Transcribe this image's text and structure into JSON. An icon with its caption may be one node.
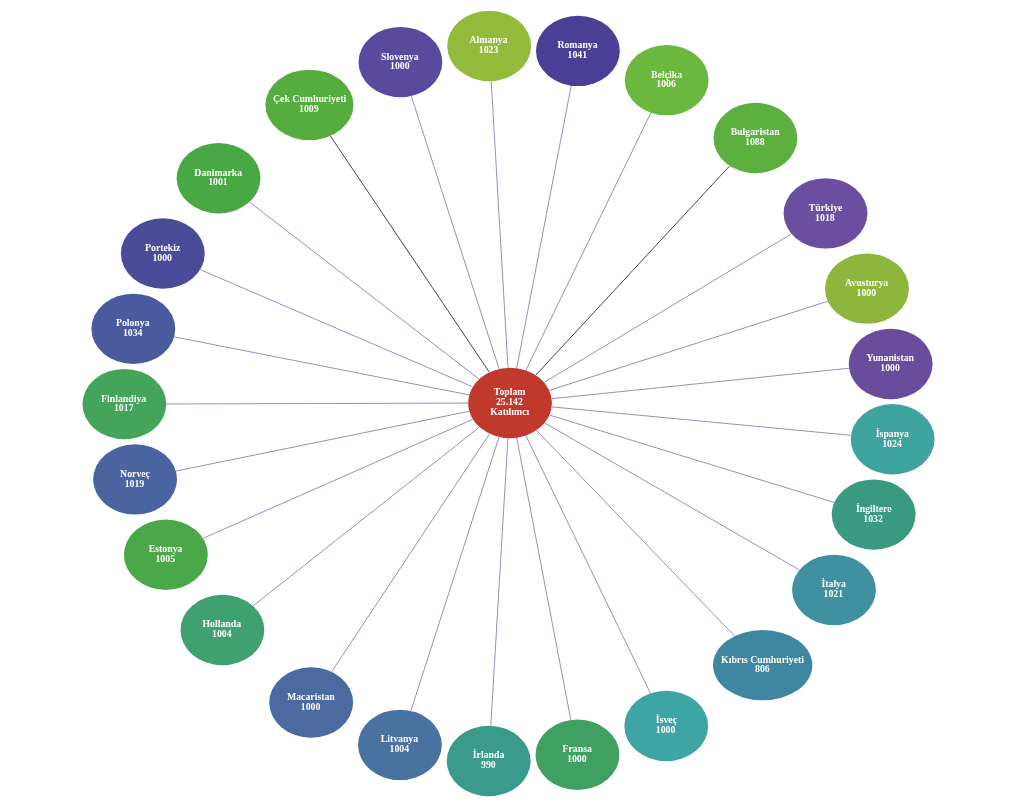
{
  "diagram": {
    "nodes": [
      {
        "text": [
          "Yunanistan",
          "1000"
        ]
      },
      {
        "text": [
          "Avusturya",
          "1000"
        ]
      },
      {
        "text": [
          "Türkiye",
          "1018"
        ]
      },
      {
        "text": [
          "Bulgaristan",
          "1088"
        ]
      },
      {
        "text": [
          "Belçika",
          "1006"
        ]
      },
      {
        "text": [
          "Romanya",
          "1041"
        ]
      },
      {
        "text": [
          "Almanya",
          "1023"
        ]
      },
      {
        "text": [
          "Slovenya",
          "1000"
        ]
      },
      {
        "text": [
          "Çek Cumhuriyeti",
          "1009"
        ]
      },
      {
        "text": [
          "Danimarka",
          "1001"
        ]
      },
      {
        "text": [
          "Portekiz",
          "1000"
        ]
      },
      {
        "text": [
          "Toplam",
          "25.142",
          "Katılımcı"
        ]
      },
      {
        "text": [
          "Polonya",
          "1034"
        ]
      },
      {
        "text": [
          "Finlandiya",
          "1017"
        ]
      },
      {
        "text": [
          "Norveç",
          "1019"
        ]
      },
      {
        "text": [
          "Estonya",
          "1005"
        ]
      },
      {
        "text": [
          "Hollanda",
          "1004"
        ]
      },
      {
        "text": [
          "Macaristan",
          "1000"
        ]
      },
      {
        "text": [
          "Litvanya",
          "1004"
        ]
      },
      {
        "text": [
          "İrlanda",
          "990"
        ]
      },
      {
        "text": [
          "Fransa",
          "1000"
        ]
      },
      {
        "text": [
          "İsveç",
          "1000"
        ]
      },
      {
        "text": [
          "Kıbrıs Cumhuriyeti",
          "806"
        ]
      },
      {
        "text": [
          "İtalya",
          "1021"
        ]
      },
      {
        "text": [
          "İngiltere",
          "1032"
        ]
      },
      {
        "text": [
          "İspanya",
          "1024"
        ]
      }
    ],
    "edges": [
      {
        "from": 11,
        "to": 0,
        "arrow": "none"
      },
      {
        "from": 11,
        "to": 1,
        "arrow": "none"
      },
      {
        "from": 11,
        "to": 2,
        "arrow": "none"
      },
      {
        "from": 11,
        "to": 3,
        "arrow": "none",
        "color": "#000000"
      },
      {
        "from": 11,
        "to": 4,
        "arrow": "none"
      },
      {
        "from": 11,
        "to": 5,
        "arrow": "none"
      },
      {
        "from": 11,
        "to": 6,
        "arrow": "none"
      },
      {
        "from": 11,
        "to": 7,
        "arrow": "none"
      },
      {
        "from": 11,
        "to": 8,
        "arrow": "none",
        "color": "#000000"
      },
      {
        "from": 11,
        "to": 9,
        "arrow": "none"
      },
      {
        "from": 11,
        "to": 10,
        "arrow": "none"
      },
      {
        "from": 11,
        "to": 12,
        "arrow": "none"
      },
      {
        "from": 11,
        "to": 13,
        "arrow": "none"
      },
      {
        "from": 11,
        "to": 14,
        "arrow": "none"
      },
      {
        "from": 11,
        "to": 15,
        "arrow": "none"
      },
      {
        "from": 11,
        "to": 16,
        "arrow": "none"
      },
      {
        "from": 11,
        "to": 17,
        "arrow": "none"
      },
      {
        "from": 11,
        "to": 18,
        "arrow": "none"
      },
      {
        "from": 11,
        "to": 19,
        "arrow": "none"
      },
      {
        "from": 11,
        "to": 20,
        "arrow": "none"
      },
      {
        "from": 11,
        "to": 21,
        "arrow": "none"
      },
      {
        "from": 11,
        "to": 22,
        "arrow": "none"
      },
      {
        "from": 11,
        "to": 23,
        "arrow": "none"
      },
      {
        "from": 11,
        "to": 24,
        "arrow": "none"
      },
      {
        "from": 11,
        "to": 25,
        "arrow": "none"
      }
    ]
  }
}
